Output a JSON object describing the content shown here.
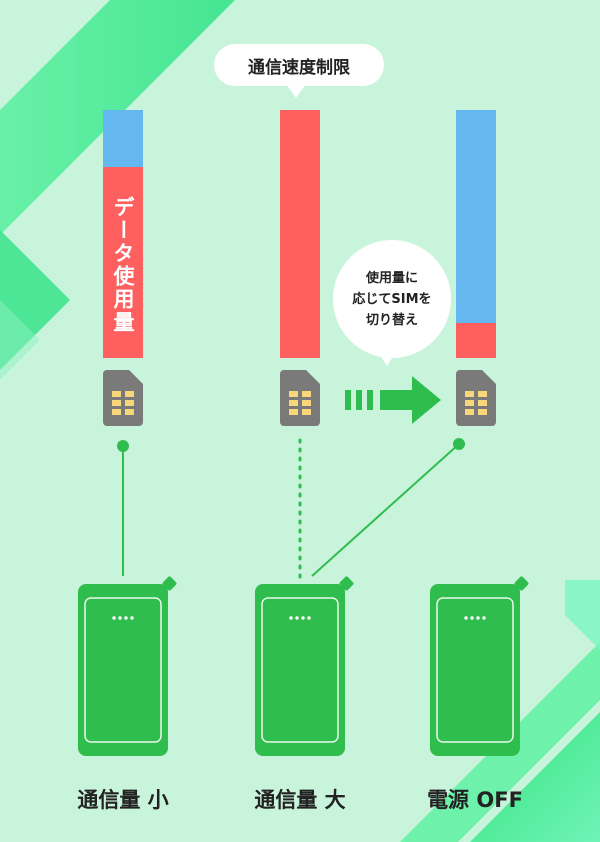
{
  "speed_limit_bubble": "通信速度制限",
  "switch_bubble": [
    "使用量に",
    "応じてSIMを",
    "切り替え"
  ],
  "data_usage_label": "データ使用量",
  "devices": [
    {
      "label": "通信量 小"
    },
    {
      "label": "通信量 大"
    },
    {
      "label": "電源 OFF"
    }
  ],
  "usage_bars": [
    {
      "used_fraction": 0.77
    },
    {
      "used_fraction": 1.0
    },
    {
      "used_fraction": 0.14
    }
  ],
  "colors": {
    "background": "#c9f4dc",
    "used": "#fe6060",
    "remaining": "#64b7ef",
    "device": "#2fbd4e",
    "sim": "#7a7a7a",
    "chip": "#f7d779"
  }
}
